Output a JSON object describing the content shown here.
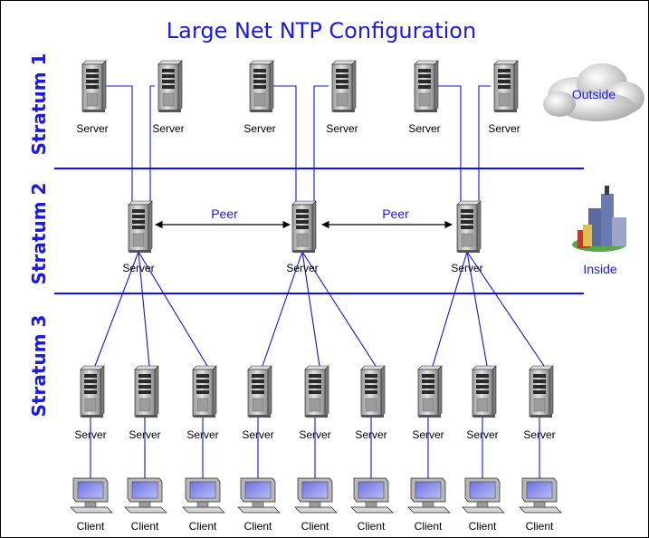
{
  "diagram": {
    "title": "Large Net NTP Configuration",
    "strata": [
      "Stratum 1",
      "Stratum 2",
      "Stratum 3"
    ],
    "server_label": "Server",
    "client_label": "Client",
    "peer_label": "Peer",
    "outside_label": "Outside",
    "inside_label": "Inside",
    "colors": {
      "accent": "#1a1ae6",
      "line": "#1010ee",
      "server_body": "#c8c8c8",
      "monitor_screen": "#8f95ee"
    },
    "icons": {
      "server": "server-tower-icon",
      "client": "desktop-computer-icon",
      "outside": "cloud-icon",
      "inside": "city-buildings-icon"
    }
  }
}
